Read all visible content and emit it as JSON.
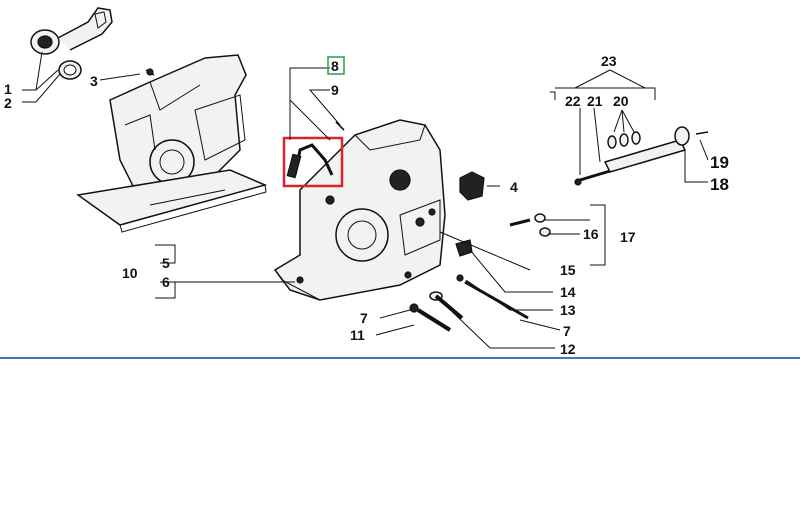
{
  "diagram": {
    "callouts": [
      {
        "id": "c1",
        "label": "1"
      },
      {
        "id": "c2",
        "label": "2"
      },
      {
        "id": "c3",
        "label": "3"
      },
      {
        "id": "c4",
        "label": "4"
      },
      {
        "id": "c5",
        "label": "5"
      },
      {
        "id": "c6",
        "label": "6"
      },
      {
        "id": "c7a",
        "label": "7"
      },
      {
        "id": "c7b",
        "label": "7"
      },
      {
        "id": "c8",
        "label": "8"
      },
      {
        "id": "c9",
        "label": "9"
      },
      {
        "id": "c10",
        "label": "10"
      },
      {
        "id": "c11",
        "label": "11"
      },
      {
        "id": "c12",
        "label": "12"
      },
      {
        "id": "c13",
        "label": "13"
      },
      {
        "id": "c14",
        "label": "14"
      },
      {
        "id": "c15",
        "label": "15"
      },
      {
        "id": "c16",
        "label": "16"
      },
      {
        "id": "c17",
        "label": "17"
      },
      {
        "id": "c18",
        "label": "18"
      },
      {
        "id": "c19",
        "label": "19"
      },
      {
        "id": "c20",
        "label": "20"
      },
      {
        "id": "c21",
        "label": "21"
      },
      {
        "id": "c22",
        "label": "22"
      },
      {
        "id": "c23",
        "label": "23"
      }
    ],
    "highlight": {
      "box_color": "#d9232d",
      "label_box_color": "#2e9e3a"
    },
    "divider_color": "#4a74b8"
  }
}
